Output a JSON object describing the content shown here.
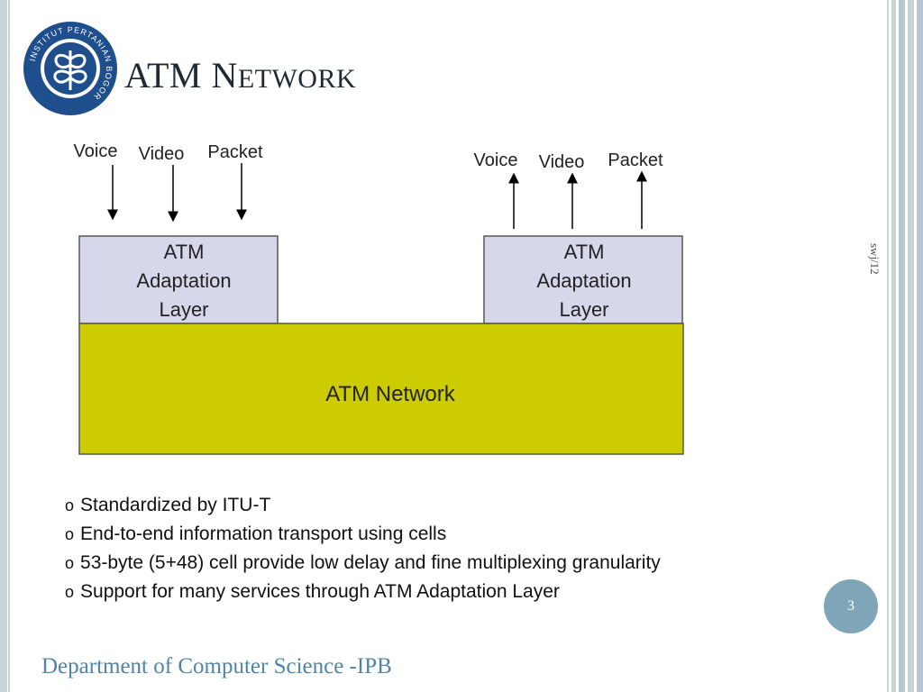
{
  "slide": {
    "title_lead": "ATM N",
    "title_rest": "ETWORK",
    "side_label": "swj/12",
    "page_number": "3",
    "footer": "Department of Computer Science -IPB"
  },
  "logo": {
    "ring_text": "INSTITUT PERTANIAN BOGOR",
    "color": "#1f4e8c"
  },
  "diagram": {
    "left_inputs": [
      "Voice",
      "Video",
      "Packet"
    ],
    "right_outputs": [
      "Voice",
      "Video",
      "Packet"
    ],
    "aal_left": [
      "ATM",
      "Adaptation",
      "Layer"
    ],
    "aal_right": [
      "ATM",
      "Adaptation",
      "Layer"
    ],
    "network_label": "ATM Network",
    "colors": {
      "aal_fill": "#d7d7ec",
      "network_fill": "#cccc00",
      "stroke": "#555555"
    }
  },
  "bullets": {
    "marker": "o",
    "items": [
      "Standardized by ITU-T",
      "End-to-end information transport using cells",
      "53-byte (5+48) cell provide low delay and fine multiplexing granularity",
      "Support for many services through ATM Adaptation Layer"
    ]
  }
}
